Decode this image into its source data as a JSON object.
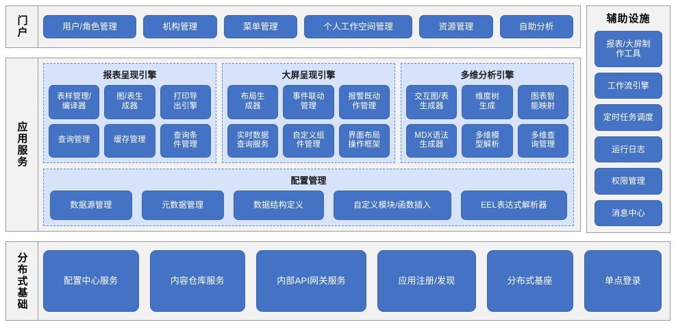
{
  "portal": {
    "label": "门户",
    "items": [
      "用户/角色管理",
      "机构管理",
      "菜单管理",
      "个人工作空间管理",
      "资源管理",
      "自助分析"
    ]
  },
  "app_service": {
    "label": "应用服务",
    "engines": [
      {
        "title": "报表呈现引擎",
        "items": [
          "表样管理/\n编译器",
          "图/表生\n成器",
          "打印导\n出引擎",
          "查询管理",
          "缓存管理",
          "查询条\n件管理"
        ]
      },
      {
        "title": "大屏呈现引擎",
        "items": [
          "布局生\n成器",
          "事件联动\n管理",
          "报警既动\n作管理",
          "实时数据\n查询服务",
          "自定义组\n件管理",
          "界面布局\n操作框架"
        ]
      },
      {
        "title": "多维分析引擎",
        "items": [
          "交互图/表\n生成器",
          "维度树\n生成",
          "图表智\n能映射",
          "MDX语法\n生成器",
          "多维模\n型解析",
          "多维查\n询管理"
        ]
      }
    ],
    "config": {
      "title": "配置管理",
      "items": [
        "数据源管理",
        "元数据管理",
        "数据结构定义",
        "自定义模块/函数插入",
        "EEL表达式解析器"
      ]
    }
  },
  "dist_base": {
    "label": "分布式基础",
    "items": [
      "配置中心服务",
      "内容仓库服务",
      "内部API网关服务",
      "应用注册/发现",
      "分布式基座",
      "单点登录"
    ]
  },
  "aux": {
    "title": "辅助设施",
    "items": [
      "报表/大屏制\n作工具",
      "工作流引擎",
      "定时任务调度",
      "运行日志",
      "权限管理",
      "消息中心"
    ]
  },
  "colors": {
    "button_fill": "#4472C4",
    "panel_bg": "#F2F2F2",
    "group_bg": "#D7E3F8",
    "group_border": "#5B8FD9",
    "panel_border": "#9B9B9B"
  }
}
